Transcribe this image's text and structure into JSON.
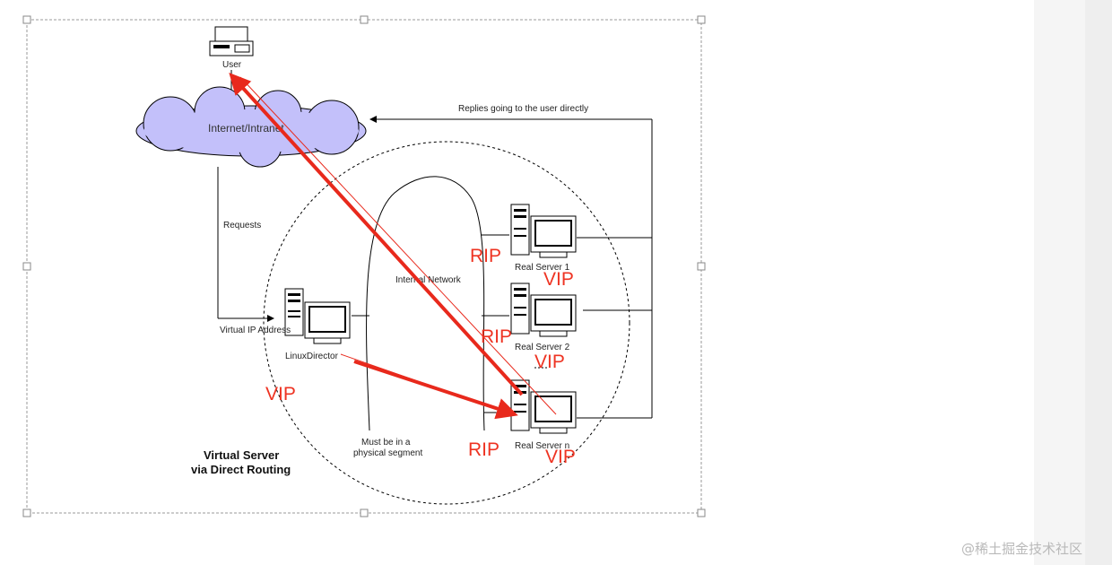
{
  "diagram": {
    "user_label": "User",
    "cloud_label": "Internet/Intranet",
    "replies_label": "Replies going to the user directly",
    "requests_label": "Requests",
    "internal_network_label": "Internal Network",
    "vip_address_label": "Virtual IP Address",
    "director_label": "LinuxDirector",
    "real_server_1": "Real Server 1",
    "real_server_2": "Real Server 2",
    "real_server_n": "Real Server n",
    "segment_line1": "Must be in a",
    "segment_line2": "physical segment",
    "title_line1": "Virtual Server",
    "title_line2": "via Direct Routing"
  },
  "annotations": {
    "rip_1": "RIP",
    "vip_1": "VIP",
    "rip_2": "RIP",
    "vip_2": "VIP",
    "vip_director": "VIP",
    "rip_n": "RIP",
    "vip_n": "VIP"
  },
  "watermark": "@稀土掘金技术社区",
  "colors": {
    "cloud_fill": "#c3c0fa",
    "annotation_red": "#ee3322",
    "arrow_red": "#e8291c"
  }
}
